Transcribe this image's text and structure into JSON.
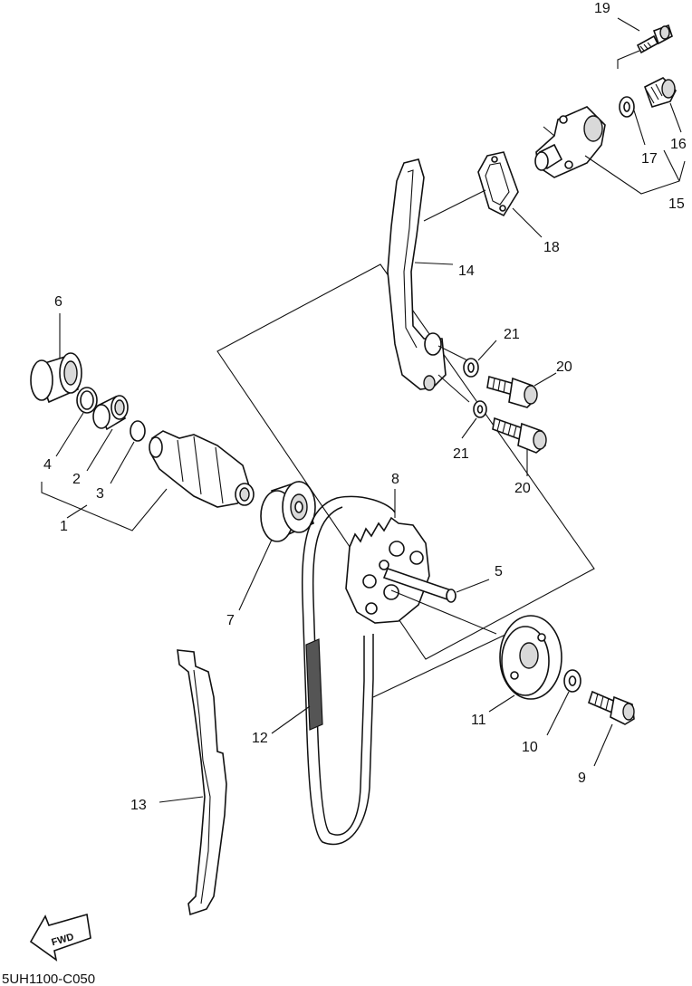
{
  "diagram": {
    "code": "5UH1100-C050",
    "fwd_label": "FWD",
    "callouts": [
      "1",
      "2",
      "3",
      "4",
      "5",
      "6",
      "7",
      "8",
      "9",
      "10",
      "11",
      "12",
      "13",
      "14",
      "15",
      "16",
      "17",
      "18",
      "19",
      "20",
      "20",
      "21",
      "21"
    ]
  }
}
